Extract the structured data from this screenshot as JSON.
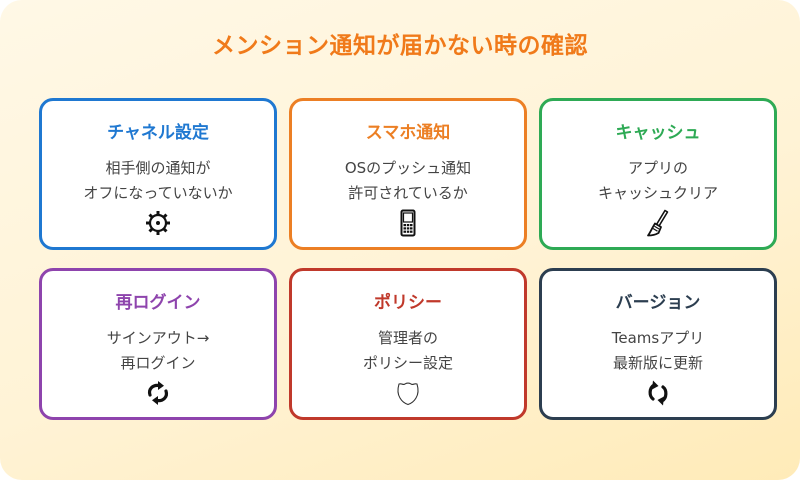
{
  "title": "メンション通知が届かない時の確認",
  "colors": {
    "title": "#f07a1a",
    "background_top": "#fff8e6",
    "background_bottom": "#ffebb8"
  },
  "cards": [
    {
      "title": "チャネル設定",
      "lines": [
        "相手側の通知が",
        "オフになっていないか"
      ],
      "icon": "gear-icon",
      "color": "#1f78d1"
    },
    {
      "title": "スマホ通知",
      "lines": [
        "OSのプッシュ通知",
        "許可されているか"
      ],
      "icon": "mobile-phone-icon",
      "color": "#ec7f24"
    },
    {
      "title": "キャッシュ",
      "lines": [
        "アプリの",
        "キャッシュクリア"
      ],
      "icon": "broom-icon",
      "color": "#2eaa55"
    },
    {
      "title": "再ログイン",
      "lines": [
        "サインアウト→",
        "再ログイン"
      ],
      "icon": "refresh-icon",
      "color": "#8e44ad"
    },
    {
      "title": "ポリシー",
      "lines": [
        "管理者の",
        "ポリシー設定"
      ],
      "icon": "shield-icon",
      "color": "#c0392b"
    },
    {
      "title": "バージョン",
      "lines": [
        "Teamsアプリ",
        "最新版に更新"
      ],
      "icon": "update-icon",
      "color": "#2c3e50"
    }
  ]
}
